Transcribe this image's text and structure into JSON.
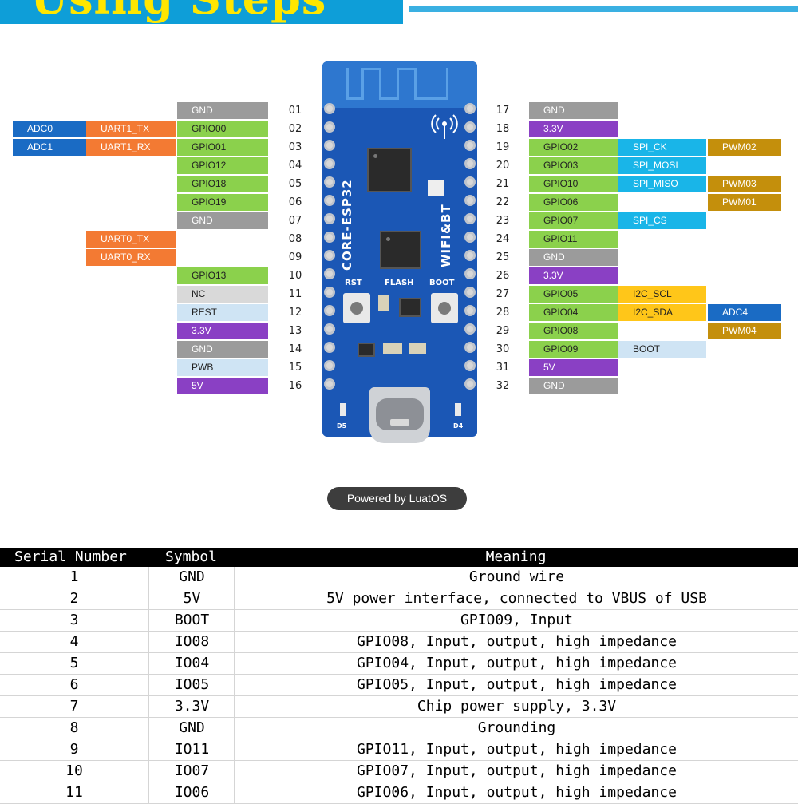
{
  "header": {
    "title": "Using Steps"
  },
  "board": {
    "silkscreen_model": "CORE-ESP32",
    "silkscreen_wireless": "WIFI&BT",
    "rst_label": "RST",
    "flash_label": "FLASH",
    "boot_label": "BOOT",
    "led_left": "D5",
    "led_right": "D4"
  },
  "colors": {
    "gnd": "#9b9b9b",
    "gpio": "#8bd14c",
    "power": "#8a40c4",
    "uart": "#f37a33",
    "adc": "#1a6bc4",
    "spi": "#19b5e8",
    "pwm": "#c48f0c",
    "i2c": "#ffc619",
    "nc": "#d9d9d9",
    "rest": "#cfe4f4"
  },
  "left_pins": [
    {
      "num": "01",
      "labels": [
        {
          "text": "GND",
          "type": "gnd"
        }
      ]
    },
    {
      "num": "02",
      "labels": [
        {
          "text": "GPIO00",
          "type": "gpio"
        },
        {
          "text": "UART1_TX",
          "type": "uart"
        },
        {
          "text": "ADC0",
          "type": "adc"
        }
      ]
    },
    {
      "num": "03",
      "labels": [
        {
          "text": "GPIO01",
          "type": "gpio"
        },
        {
          "text": "UART1_RX",
          "type": "uart"
        },
        {
          "text": "ADC1",
          "type": "adc"
        }
      ]
    },
    {
      "num": "04",
      "labels": [
        {
          "text": "GPIO12",
          "type": "gpio"
        }
      ]
    },
    {
      "num": "05",
      "labels": [
        {
          "text": "GPIO18",
          "type": "gpio"
        }
      ]
    },
    {
      "num": "06",
      "labels": [
        {
          "text": "GPIO19",
          "type": "gpio"
        }
      ]
    },
    {
      "num": "07",
      "labels": [
        {
          "text": "GND",
          "type": "gnd"
        }
      ]
    },
    {
      "num": "08",
      "labels": [
        {
          "text": "",
          "type": "none"
        },
        {
          "text": "UART0_TX",
          "type": "uart"
        }
      ]
    },
    {
      "num": "09",
      "labels": [
        {
          "text": "",
          "type": "none"
        },
        {
          "text": "UART0_RX",
          "type": "uart"
        }
      ]
    },
    {
      "num": "10",
      "labels": [
        {
          "text": "GPIO13",
          "type": "gpio"
        }
      ]
    },
    {
      "num": "11",
      "labels": [
        {
          "text": "NC",
          "type": "nc"
        }
      ]
    },
    {
      "num": "12",
      "labels": [
        {
          "text": "REST",
          "type": "rest"
        }
      ]
    },
    {
      "num": "13",
      "labels": [
        {
          "text": "3.3V",
          "type": "power"
        }
      ]
    },
    {
      "num": "14",
      "labels": [
        {
          "text": "GND",
          "type": "gnd"
        }
      ]
    },
    {
      "num": "15",
      "labels": [
        {
          "text": "PWB",
          "type": "rest"
        }
      ]
    },
    {
      "num": "16",
      "labels": [
        {
          "text": "5V",
          "type": "power"
        }
      ]
    }
  ],
  "right_pins": [
    {
      "num": "17",
      "labels": [
        {
          "text": "GND",
          "type": "gnd"
        }
      ]
    },
    {
      "num": "18",
      "labels": [
        {
          "text": "3.3V",
          "type": "power"
        }
      ]
    },
    {
      "num": "19",
      "labels": [
        {
          "text": "GPIO02",
          "type": "gpio"
        },
        {
          "text": "SPI_CK",
          "type": "spi"
        },
        {
          "text": "PWM02",
          "type": "pwm"
        }
      ]
    },
    {
      "num": "20",
      "labels": [
        {
          "text": "GPIO03",
          "type": "gpio"
        },
        {
          "text": "SPI_MOSI",
          "type": "spi"
        }
      ]
    },
    {
      "num": "21",
      "labels": [
        {
          "text": "GPIO10",
          "type": "gpio"
        },
        {
          "text": "SPI_MISO",
          "type": "spi"
        },
        {
          "text": "PWM03",
          "type": "pwm"
        }
      ]
    },
    {
      "num": "22",
      "labels": [
        {
          "text": "GPIO06",
          "type": "gpio"
        },
        {
          "text": "",
          "type": "none"
        },
        {
          "text": "PWM01",
          "type": "pwm"
        }
      ]
    },
    {
      "num": "23",
      "labels": [
        {
          "text": "GPIO07",
          "type": "gpio"
        },
        {
          "text": "SPI_CS",
          "type": "spi"
        }
      ]
    },
    {
      "num": "24",
      "labels": [
        {
          "text": "GPIO11",
          "type": "gpio"
        }
      ]
    },
    {
      "num": "25",
      "labels": [
        {
          "text": "GND",
          "type": "gnd"
        }
      ]
    },
    {
      "num": "26",
      "labels": [
        {
          "text": "3.3V",
          "type": "power"
        }
      ]
    },
    {
      "num": "27",
      "labels": [
        {
          "text": "GPIO05",
          "type": "gpio"
        },
        {
          "text": "I2C_SCL",
          "type": "i2c"
        }
      ]
    },
    {
      "num": "28",
      "labels": [
        {
          "text": "GPIO04",
          "type": "gpio"
        },
        {
          "text": "I2C_SDA",
          "type": "i2c"
        },
        {
          "text": "ADC4",
          "type": "adc"
        }
      ]
    },
    {
      "num": "29",
      "labels": [
        {
          "text": "GPIO08",
          "type": "gpio"
        },
        {
          "text": "",
          "type": "none"
        },
        {
          "text": "PWM04",
          "type": "pwm"
        }
      ]
    },
    {
      "num": "30",
      "labels": [
        {
          "text": "GPIO09",
          "type": "gpio"
        },
        {
          "text": "BOOT",
          "type": "rest"
        }
      ]
    },
    {
      "num": "31",
      "labels": [
        {
          "text": "5V",
          "type": "power"
        }
      ]
    },
    {
      "num": "32",
      "labels": [
        {
          "text": "GND",
          "type": "gnd"
        }
      ]
    }
  ],
  "powered_by": "Powered by LuatOS",
  "table": {
    "headers": [
      "Serial Number",
      "Symbol",
      "Meaning"
    ],
    "rows": [
      [
        "1",
        "GND",
        "Ground wire"
      ],
      [
        "2",
        "5V",
        "5V power interface, connected to VBUS of USB"
      ],
      [
        "3",
        "BOOT",
        "GPIO09, Input"
      ],
      [
        "4",
        "IO08",
        "GPIO08, Input, output, high impedance"
      ],
      [
        "5",
        "IO04",
        "GPIO04, Input, output, high impedance"
      ],
      [
        "6",
        "IO05",
        "GPIO05, Input, output, high impedance"
      ],
      [
        "7",
        "3.3V",
        "Chip power supply, 3.3V"
      ],
      [
        "8",
        "GND",
        "Grounding"
      ],
      [
        "9",
        "IO11",
        "GPIO11, Input, output, high impedance"
      ],
      [
        "10",
        "IO07",
        "GPIO07, Input, output, high impedance"
      ],
      [
        "11",
        "IO06",
        "GPIO06, Input, output, high impedance"
      ]
    ]
  }
}
